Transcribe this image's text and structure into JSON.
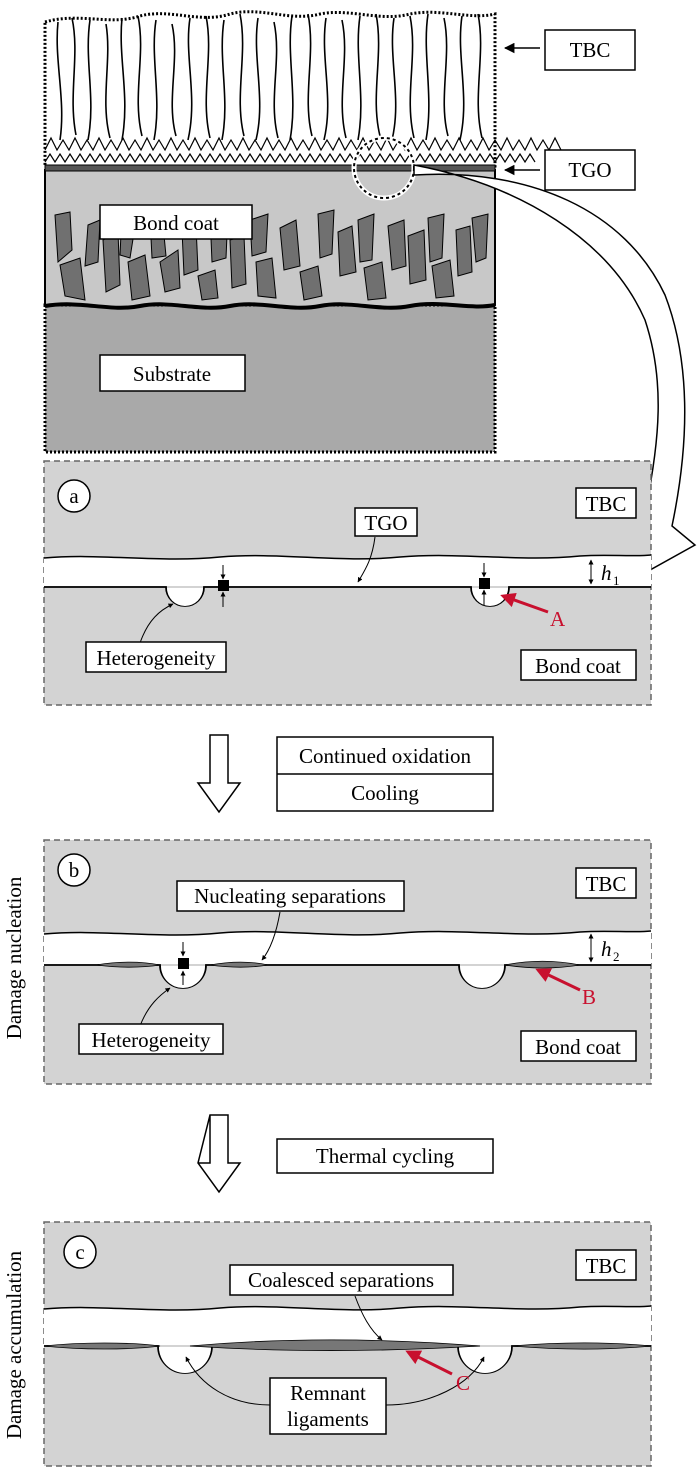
{
  "top": {
    "tbc_label": "TBC",
    "tgo_label": "TGO",
    "bond_coat_label": "Bond coat",
    "substrate_label": "Substrate"
  },
  "panel_a": {
    "letter": "a",
    "tbc_label": "TBC",
    "tgo_label": "TGO",
    "thickness_label": "h",
    "thickness_sub": "1",
    "heterogeneity_label": "Heterogeneity",
    "bond_coat_label": "Bond coat",
    "marker": "A"
  },
  "step1": {
    "line1": "Continued oxidation",
    "line2": "Cooling"
  },
  "panel_b": {
    "side_label": "Damage nucleation",
    "letter": "b",
    "tbc_label": "TBC",
    "nucleating_label": "Nucleating separations",
    "thickness_label": "h",
    "thickness_sub": "2",
    "heterogeneity_label": "Heterogeneity",
    "bond_coat_label": "Bond coat",
    "marker": "B"
  },
  "step2": {
    "label": "Thermal cycling"
  },
  "panel_c": {
    "side_label": "Damage accumulation",
    "letter": "c",
    "tbc_label": "TBC",
    "coalesced_label": "Coalesced separations",
    "remnant_line1": "Remnant",
    "remnant_line2": "ligaments",
    "marker": "C"
  },
  "colors": {
    "panel_gray": "#d3d3d3",
    "bond_coat_gray": "#c8c8c8",
    "substrate_gray": "#a9a9a9",
    "particle_gray": "#707070",
    "marker_red": "#c8102e"
  }
}
